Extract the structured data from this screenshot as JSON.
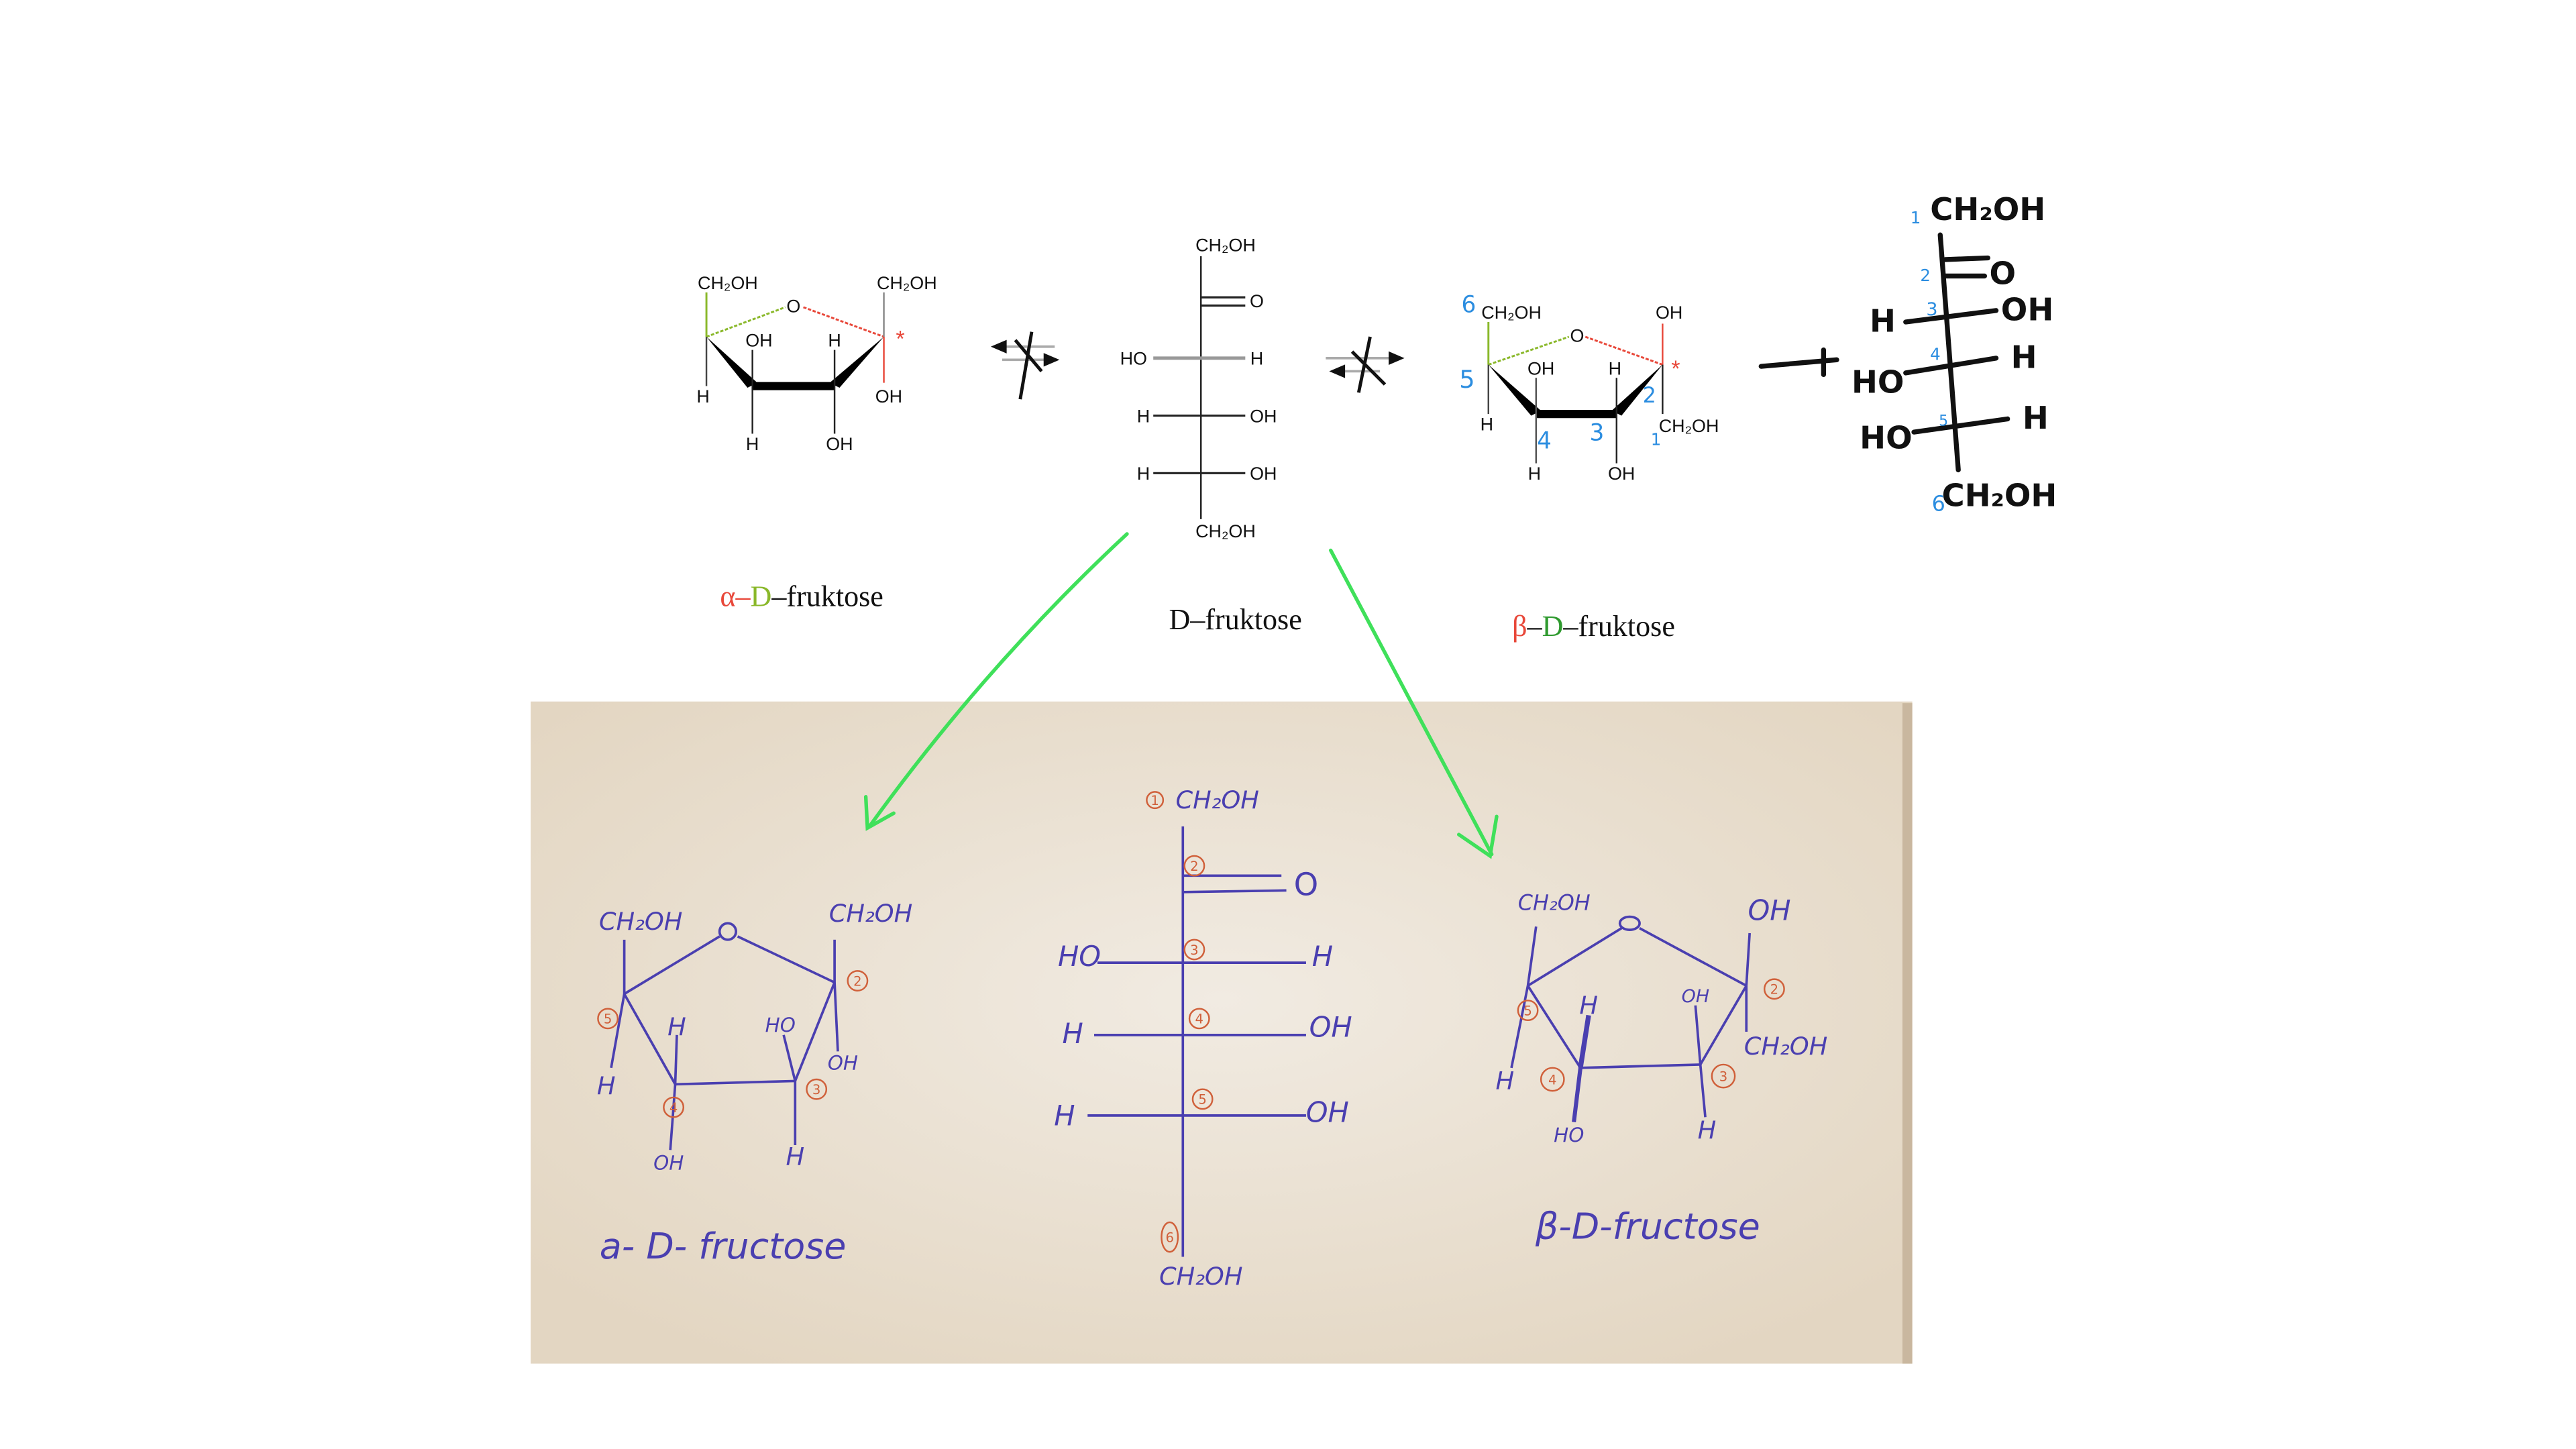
{
  "colors": {
    "alpha_red": "#e8483a",
    "d_green": "#8ab82a",
    "beta_green": "#2f9a2f",
    "annotation_blue": "#2b8de0",
    "pen_blue": "#4a3fb0",
    "pen_red": "#d0603a",
    "arrow_green": "#3fe05a",
    "paper": "#ebe2d4"
  },
  "alpha_printed": {
    "ch2oh_left": "CH₂OH",
    "ch2oh_right": "CH₂OH",
    "ring_o": "O",
    "oh_c4": "OH",
    "h_c3": "H",
    "star": "*",
    "h_c5": "H",
    "oh_c2": "OH",
    "h_c4": "H",
    "oh_c3": "OH",
    "name": {
      "prefix": "α",
      "dash1": "–",
      "d": "D",
      "rest": "–fruktose"
    }
  },
  "open_chain": {
    "top": "CH₂OH",
    "carbonyl_o": "O",
    "row3_left": "HO",
    "row3_right": "H",
    "row4_left": "H",
    "row4_right": "OH",
    "row5_left": "H",
    "row5_right": "OH",
    "bottom": "CH₂OH",
    "name": "D–fruktose"
  },
  "beta_printed": {
    "num6": "6",
    "ch2oh_top": "CH₂OH",
    "oh_top": "OH",
    "ring_o": "O",
    "star": "*",
    "num5": "5",
    "oh_c4": "OH",
    "h_c3": "H",
    "num2": "2",
    "h_c5": "H",
    "num4": "4",
    "num3": "3",
    "num1": "1",
    "ch2oh_c2": "CH₂OH",
    "h_c4": "H",
    "oh_c3": "OH",
    "name": {
      "prefix": "β",
      "dash1": "–",
      "d": "D",
      "rest": "–fruktose"
    }
  },
  "handwritten_fischer": {
    "n1": "1",
    "top": "CH₂OH",
    "n2": "2",
    "o": "O",
    "n3": "3",
    "r3l": "H",
    "r3r": "OH",
    "n4": "4",
    "r4l": "HO",
    "r4r": "H",
    "n5": "5",
    "r5l": "HO",
    "r5r": "H",
    "n6": "6",
    "bottom": "CH₂OH"
  },
  "paper": {
    "alpha": {
      "ch2oh_left": "CH₂OH",
      "ch2oh_right": "CH₂OH",
      "o": "O",
      "h_c5": "H",
      "h_c4": "H",
      "ho_c3": "HO",
      "oh_c2": "OH",
      "oh_c4": "OH",
      "h_c3": "H",
      "c5": "5",
      "c2": "2",
      "c4": "4",
      "c3": "3",
      "label": "a- D- fructose"
    },
    "fischer": {
      "c1": "1",
      "top": "CH₂OH",
      "c2": "2",
      "o": "O",
      "c3": "3",
      "r3l": "HO",
      "r3r": "H",
      "c4": "4",
      "r4l": "H",
      "r4r": "OH",
      "c5": "5",
      "r5l": "H",
      "r5r": "OH",
      "c6": "6",
      "bottom": "CH₂OH"
    },
    "beta": {
      "ch2oh_top": "CH₂OH",
      "oh_top": "OH",
      "o": "O",
      "h_c4_up": "H",
      "oh_c3_up": "OH",
      "h_c5": "H",
      "ch2oh_c2": "CH₂OH",
      "ho_c4": "HO",
      "h_c3": "H",
      "c5": "5",
      "c2": "2",
      "c4": "4",
      "c3": "3",
      "label": "β-D-fructose"
    }
  }
}
